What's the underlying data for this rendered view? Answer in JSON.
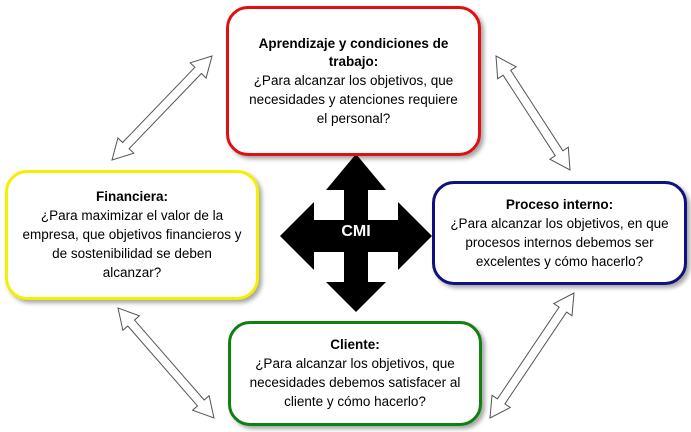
{
  "center": {
    "label": "CMI"
  },
  "boxes": {
    "top": {
      "title": "Aprendizaje y condiciones de trabajo:",
      "question": "¿Para alcanzar los objetivos, que necesidades y atenciones requiere el personal?",
      "color": "#e01010"
    },
    "left": {
      "title": "Financiera:",
      "question": "¿Para maximizar el valor de la empresa, que objetivos financieros  y de sostenibilidad se deben  alcanzar?",
      "color": "#f5f000"
    },
    "right": {
      "title": "Proceso interno:",
      "question": "¿Para alcanzar los objetivos, en que procesos internos debemos ser excelentes y cómo hacerlo?",
      "color": "#101080"
    },
    "bottom": {
      "title": "Cliente:",
      "question": "¿Para alcanzar los objetivos, que necesidades debemos satisfacer al cliente y cómo hacerlo?",
      "color": "#108010"
    }
  },
  "colors": {
    "cross": "#000000",
    "connector_fill": "#ffffff",
    "connector_stroke": "#555555"
  }
}
